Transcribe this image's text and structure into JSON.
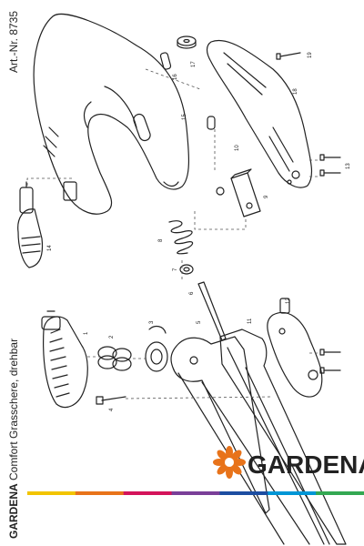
{
  "header": {
    "article_number": "Art.-Nr. 8735",
    "brand": "GARDENA",
    "product_title": "Comfort Grasschere, drehbar"
  },
  "logo": {
    "text": "GARDENA",
    "icon": "gardena-flower-icon",
    "color": "#e8731a"
  },
  "color_bar": [
    "#f2c400",
    "#e8731a",
    "#d4145a",
    "#7a3f98",
    "#1c4da1",
    "#0096d6",
    "#33a852"
  ],
  "part_numbers": [
    "1",
    "2",
    "3",
    "4",
    "5",
    "6",
    "7",
    "8",
    "9",
    "10",
    "11",
    "12",
    "13",
    "14",
    "15",
    "16",
    "17",
    "18",
    "19"
  ]
}
